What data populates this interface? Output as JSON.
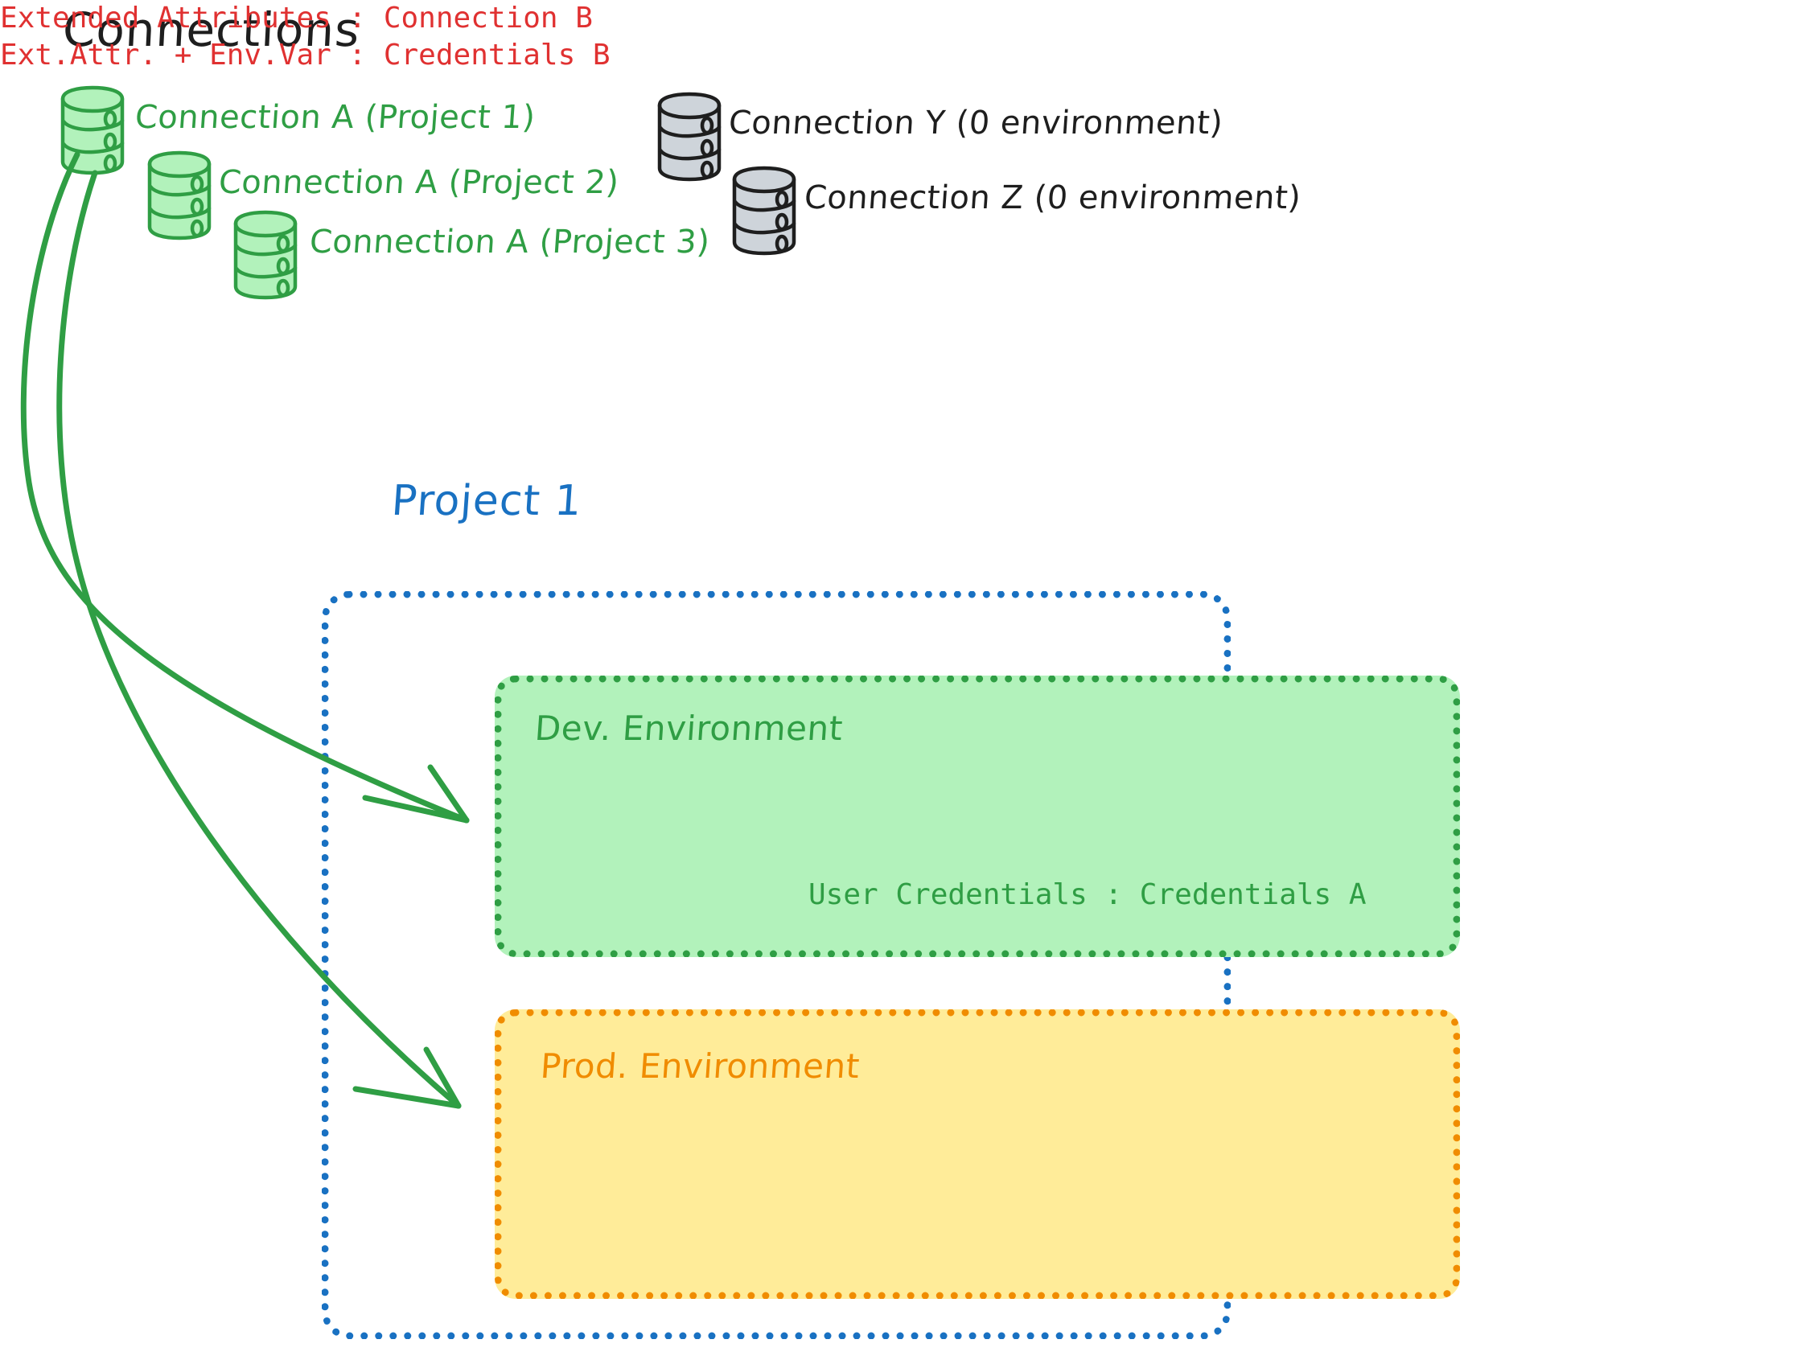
{
  "diagram": {
    "title": "Connections",
    "colors": {
      "green_stroke": "#2f9e44",
      "green_fill": "#b2f2bb",
      "gray_fill": "#ced4da",
      "gray_stroke": "#1e1e1e",
      "blue": "#1971c2",
      "orange": "#f08c00",
      "orange_fill": "#ffec99",
      "red": "#e03131",
      "black": "#1e1e1e"
    },
    "connections": [
      {
        "id": "conn-a-p1",
        "label": "Connection A (Project 1)",
        "style": "green",
        "icon": "database-icon"
      },
      {
        "id": "conn-a-p2",
        "label": "Connection A (Project 2)",
        "style": "green",
        "icon": "database-icon"
      },
      {
        "id": "conn-a-p3",
        "label": "Connection A (Project 3)",
        "style": "green",
        "icon": "database-icon"
      },
      {
        "id": "conn-y",
        "label": "Connection Y (0 environment)",
        "style": "gray",
        "icon": "database-icon"
      },
      {
        "id": "conn-z",
        "label": "Connection Z (0 environment)",
        "style": "gray",
        "icon": "database-icon"
      }
    ],
    "project": {
      "title": "Project 1",
      "environments": [
        {
          "id": "dev",
          "title": "Dev. Environment",
          "lines": [
            "User Credentials : Credentials A"
          ]
        },
        {
          "id": "prod",
          "title": "Prod. Environment",
          "lines": [
            "Extended Attributes : Connection B",
            "Ext.Attr. + Env.Var : Credentials B"
          ]
        }
      ]
    },
    "arrows": [
      {
        "id": "arrow-to-dev",
        "from": "conn-a-p1",
        "to": "dev"
      },
      {
        "id": "arrow-to-prod",
        "from": "conn-a-p1",
        "to": "prod"
      }
    ]
  }
}
